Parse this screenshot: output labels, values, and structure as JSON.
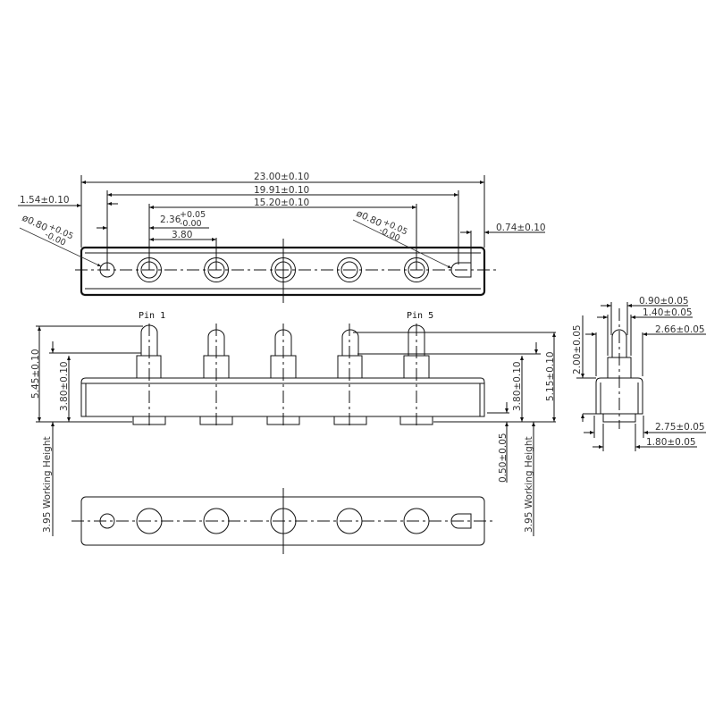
{
  "drawing": {
    "title": "5-pin pogo pin connector mechanical drawing",
    "top_view": {
      "overall_length": "23.00±0.10",
      "outer_pin_span": "19.91±0.10",
      "pin_span": "15.20±0.10",
      "edge_offset_left": "1.54±0.10",
      "edge_offset_right": "0.74±0.10",
      "offset_nominal": "2.36",
      "offset_tol_plus": "+0.05",
      "offset_tol_minus": "-0.00",
      "pitch": "3.80",
      "hole_left_nominal": "ø0.80",
      "hole_left_tol_plus": "+0.05",
      "hole_left_tol_minus": "-0.00",
      "hole_right_nominal": "ø0.80",
      "hole_right_tol_plus": "+0.05",
      "hole_right_tol_minus": "-0.00"
    },
    "front_view": {
      "pin_first_label": "Pin 1",
      "pin_last_label": "Pin 5",
      "total_height_left": "5.45±0.10",
      "body_height_left": "3.80±0.10",
      "body_height_right": "3.80±0.10",
      "total_height_right": "5.15±0.10",
      "stem_depth": "0.50±0.05",
      "working_height_left": "3.95 Working Height",
      "working_height_right": "3.95 Working Height"
    },
    "side_view": {
      "plunger_dia": "0.90±0.05",
      "barrel_dia": "1.40±0.05",
      "body_width": "2.66±0.05",
      "stroke": "2.00±0.05",
      "base_width": "2.75±0.05",
      "tail_dia": "1.80±0.05"
    },
    "colors": {
      "line": "#111111",
      "text": "#333333",
      "background": "#ffffff"
    }
  }
}
